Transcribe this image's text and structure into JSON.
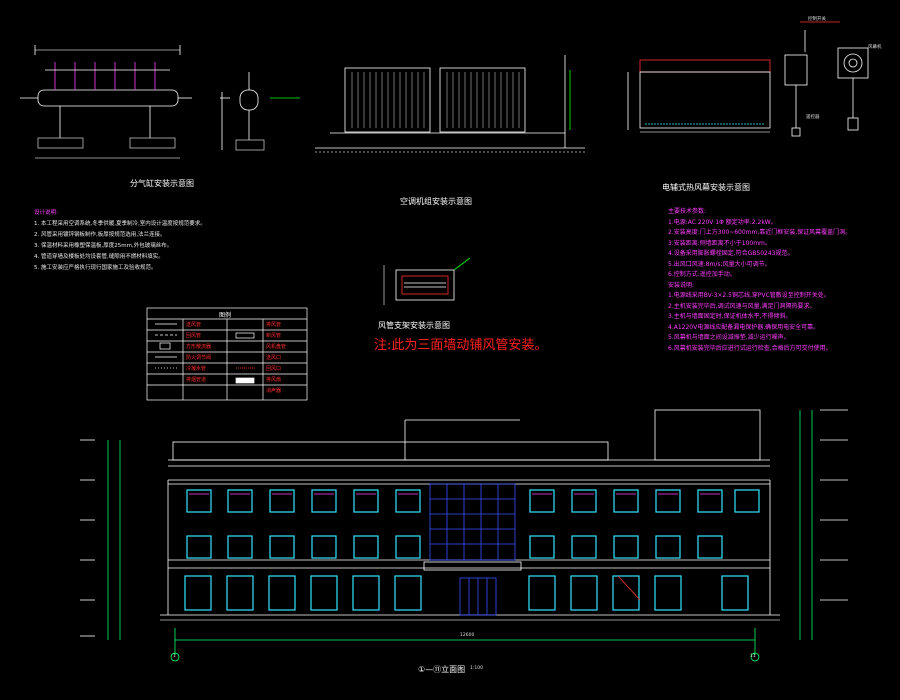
{
  "colors": {
    "background": "#000000",
    "line_white": "#ffffff",
    "line_gray": "#bfbfbf",
    "window_cyan": "#33e5ff",
    "curtain_blue": "#3a4fff",
    "note_red": "#ff2020",
    "text_magenta": "#ff40ff",
    "dim_green": "#00ff66",
    "annot_green": "#00ff00",
    "yellow": "#ffff00"
  },
  "notes": {
    "red_note": "注:此为三面墙动铺风管安装。",
    "pipe_title": "分气缸安装示意图",
    "unit_title": "空调机组安装示意图",
    "flange_title": "风管支架安装示意图",
    "heater_title": "电辅式热风幕安装示意图",
    "elevation_title": "①—⑪立面图",
    "elevation_scale": "1:100",
    "overall_dim": "12600",
    "axis_left": "1",
    "axis_right": "11"
  },
  "legend": {
    "title": "图例",
    "rows": [
      {
        "left": "送风管",
        "right": "排风管"
      },
      {
        "left": "回风管",
        "right": "新风管"
      },
      {
        "left": "方形散流器",
        "right": "风机盘管"
      },
      {
        "left": "防火调节阀",
        "right": "送风口"
      },
      {
        "left": "冷凝水管",
        "right": "回风口"
      },
      {
        "left": "排烟管道",
        "right": "排风扇"
      },
      {
        "left": "",
        "right": "消声器"
      }
    ]
  },
  "white_notes": [
    "设计说明:",
    "1. 本工程采用空调系统,冬季供暖,夏季制冷,室内设计温度按规范要求。",
    "2. 风管采用镀锌钢板制作,板厚按规范选用,法兰连接。",
    "3. 保温材料采用橡塑保温板,厚度25mm,外包玻璃丝布。",
    "4. 管道穿墙及楼板处均设套管,缝隙用不燃材料填实。",
    "5. 施工安装应严格执行现行国家施工及验收规范。"
  ],
  "magenta_notes": [
    "主要技术参数:",
    "1.电源:AC 220V   1Φ    额定功率:2.2kW。",
    "2.安装高度:门上方300~600mm,靠近门框安装,保证风幕覆盖门洞。",
    "3.安装距离:侧墙距离不小于100mm。",
    "4.设备采用膨胀螺栓固定,符合GB50243规范。",
    "5.出风口风速:8m/s;风量大小可调节。",
    "6.控制方式:遥控加手动。",
    "安装说明:",
    "1.电源线采用BV-3×2.5铜芯线,穿PVC管敷设至控制开关处。",
    "2.主机安装完毕后,调试风速与风量,满足门洞隔热要求。",
    "3.主机与墙面固定时,保证机体水平,不得倾斜。",
    "4.A1220V电源线应配备漏电保护器,确保用电安全可靠。",
    "5.风幕机与墙面之间设减振垫,减少运行噪声。",
    "6.风幕机安装完毕后应进行试运行检查,合格后方可交付使用。"
  ],
  "tag_labels": {
    "cabinet_tag": "控制开关",
    "fan_tag": "风幕机",
    "remote_tag": "遥控器"
  }
}
